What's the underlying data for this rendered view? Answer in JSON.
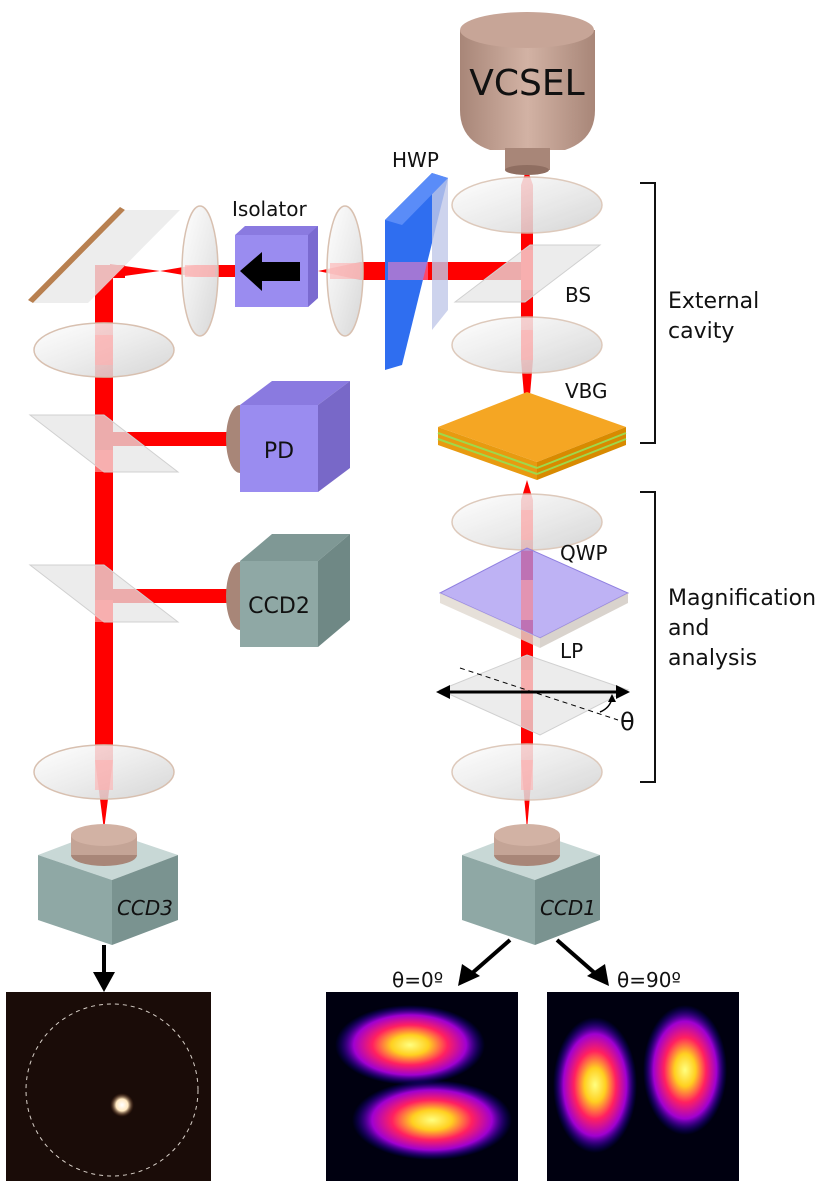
{
  "labels": {
    "vcsel": "VCSEL",
    "hwp": "HWP",
    "isolator": "Isolator",
    "bs": "BS",
    "vbg": "VBG",
    "qwp": "QWP",
    "lp": "LP",
    "theta": "θ",
    "pd": "PD",
    "ccd1": "CCD1",
    "ccd2": "CCD2",
    "ccd3": "CCD3",
    "external_cavity_line1": "External",
    "external_cavity_line2": "cavity",
    "magnification_line1": "Magnification",
    "magnification_line2": "and",
    "magnification_line3": "analysis",
    "theta_0": "θ=0º",
    "theta_90": "θ=90º"
  },
  "colors": {
    "beam": "#ff0000",
    "vcsel_body": "#c9a89a",
    "hwp": "#2f6ef0",
    "isolator": "#9a8cf0",
    "pd": "#9a8cf0",
    "ccd_body": "#8fa8a5",
    "vbg": "#f5a623",
    "qwp": "#a898f0"
  }
}
